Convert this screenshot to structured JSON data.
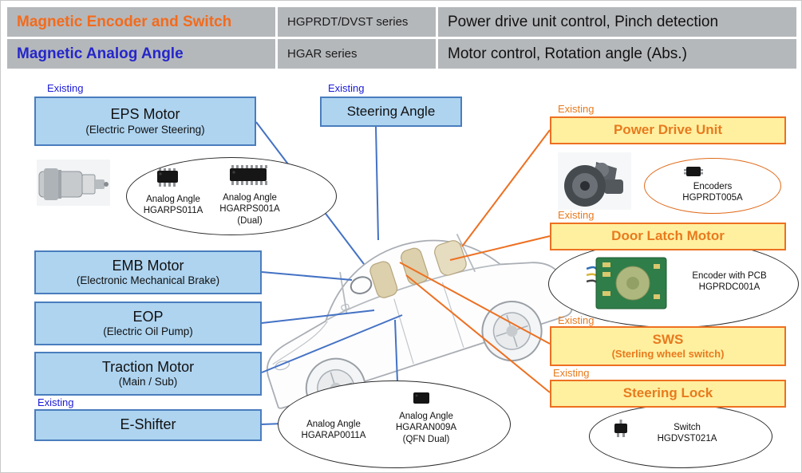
{
  "header_table": {
    "rows": {
      "encoder_switch": {
        "product": "Magnetic Encoder and Switch",
        "series": "HGPRDT/DVST series",
        "application": "Power drive unit control, Pinch detection"
      },
      "analog_angle": {
        "product": "Magnetic Analog Angle",
        "series": "HGAR series",
        "application": "Motor control, Rotation angle (Abs.)"
      }
    }
  },
  "tags": {
    "existing": "Existing"
  },
  "applications": {
    "eps_motor": {
      "title": "EPS Motor",
      "subtitle": "(Electric Power Steering)"
    },
    "steering_angle": {
      "title": "Steering Angle"
    },
    "emb_motor": {
      "title": "EMB Motor",
      "subtitle": "(Electronic Mechanical Brake)"
    },
    "eop": {
      "title": "EOP",
      "subtitle": "(Electric Oil Pump)"
    },
    "traction_motor": {
      "title": "Traction Motor",
      "subtitle": "(Main / Sub)"
    },
    "e_shifter": {
      "title": "E-Shifter"
    },
    "power_drive_unit": {
      "title": "Power Drive Unit"
    },
    "door_latch_motor": {
      "title": "Door Latch Motor"
    },
    "sws": {
      "title": "SWS",
      "subtitle": "(Sterling wheel switch)"
    },
    "steering_lock": {
      "title": "Steering Lock"
    }
  },
  "parts": {
    "hgarps011a": {
      "type": "Analog Angle",
      "part_number": "HGARPS011A"
    },
    "hgarps001a": {
      "type": "Analog Angle",
      "part_number": "HGARPS001A",
      "variant": "(Dual)"
    },
    "hgprdt005a": {
      "type": "Encoders",
      "part_number": "HGPRDT005A"
    },
    "hgprdc001a": {
      "type": "Encoder with PCB",
      "part_number": "HGPRDC001A"
    },
    "hgarap0011a": {
      "type": "Analog Angle",
      "part_number": "HGARAP0011A"
    },
    "hgaran009a": {
      "type": "Analog Angle",
      "part_number": "HGARAN009A",
      "variant": "(QFN Dual)"
    },
    "hgdvst021a": {
      "type": "Switch",
      "part_number": "HGDVST021A"
    }
  },
  "colors": {
    "encoder_switch_accent": "#f26b1d",
    "analog_angle_accent": "#2526c9",
    "blue_box_fill": "#aed4f0",
    "blue_box_border": "#4a7dbd",
    "yellow_box_fill": "#fff0a0",
    "yellow_box_border": "#ed7021",
    "blue_connector": "#4472c4",
    "orange_connector": "#ed7021",
    "table_cell_bg": "#b5b8bb"
  }
}
